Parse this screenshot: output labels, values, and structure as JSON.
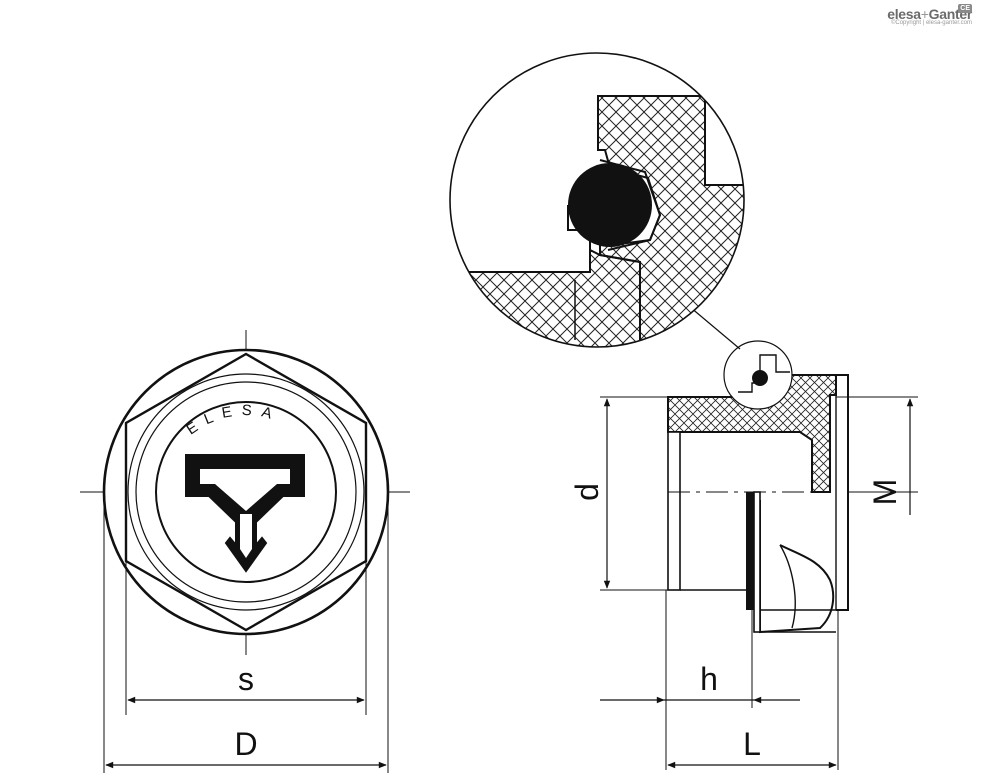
{
  "brand": {
    "name_part1": "elesa",
    "plus": "+",
    "name_part2": "Ganter",
    "copyright": "©Copyright | elesa-ganter.com",
    "mark": "CE"
  },
  "front_view": {
    "logo_text": "ELESA",
    "emblem_icon": "level-arrow-down-icon"
  },
  "dimensions": {
    "s": "s",
    "D": "D",
    "d": "d",
    "M": "M",
    "h": "h",
    "L": "L"
  },
  "colors": {
    "line": "#111111",
    "background": "#ffffff",
    "seal_fill": "#111111"
  }
}
